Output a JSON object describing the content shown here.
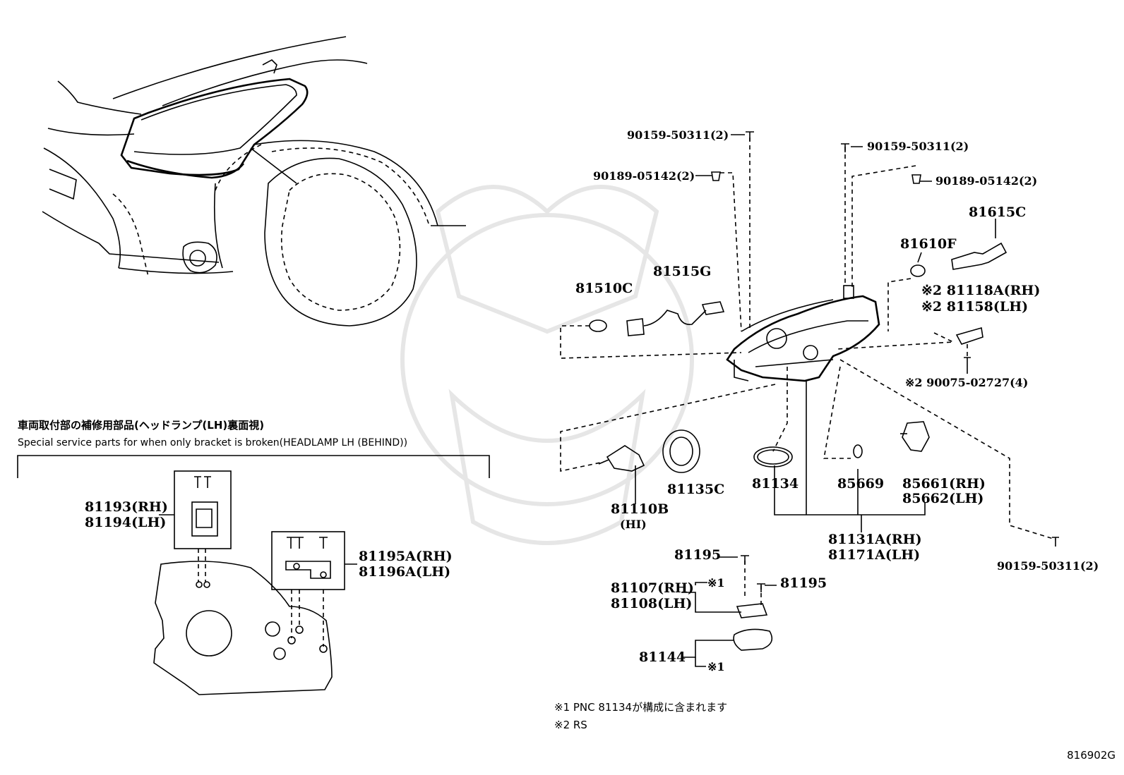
{
  "labels": {
    "p90159_top_left": "90159-50311(2)",
    "p90189_left": "90189-05142(2)",
    "p90159_top_right": "90159-50311(2)",
    "p90189_right": "90189-05142(2)",
    "p81615C": "81615C",
    "p81610F": "81610F",
    "p81515G": "81515G",
    "p81510C": "81510C",
    "p81118A": "※2 81118A(RH)",
    "p81158": "※2 81158(LH)",
    "p90075": "※2 90075-02727(4)",
    "p81134": "81134",
    "p85669": "85669",
    "p85661": "85661(RH)",
    "p85662": "85662(LH)",
    "p81110B": "81110B",
    "p81110B_sub": "(HI)",
    "p81135C": "81135C",
    "p81131A": "81131A(RH)",
    "p81171A": "81171A(LH)",
    "p90159_bottom": "90159-50311(2)",
    "p81195_a": "81195",
    "p81195_b": "81195",
    "p81107": "81107(RH)",
    "p81108": "81108(LH)",
    "p81144": "81144",
    "mark1_a": "※1",
    "mark1_b": "※1",
    "p81193": "81193(RH)",
    "p81194": "81194(LH)",
    "p81195A": "81195A(RH)",
    "p81196A": "81196A(LH)"
  },
  "bracket_section": {
    "title_jp": "車両取付部の補修用部品(ヘッドランプ(LH)裏面視)",
    "title_en": "Special service parts for when only bracket is broken(HEADLAMP LH (BEHIND))"
  },
  "notes": {
    "note1": "※1 PNC 81134が構成に含まれます",
    "note2": "※2 RS"
  },
  "diagram_code": "816902G"
}
